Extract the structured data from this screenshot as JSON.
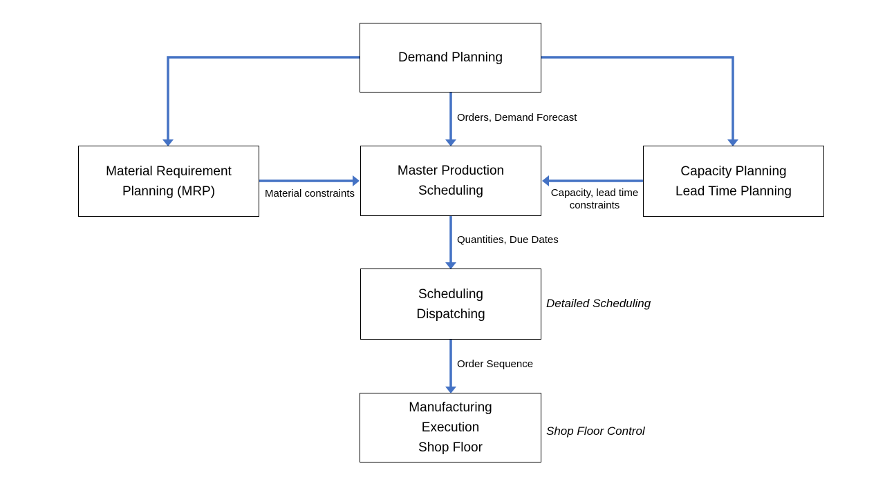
{
  "diagram": {
    "nodes": [
      {
        "id": "demand-planning",
        "lines": [
          "Demand Planning"
        ]
      },
      {
        "id": "material-requirement-planning",
        "lines": [
          "Material Requirement",
          "Planning (MRP)"
        ]
      },
      {
        "id": "master-production-scheduling",
        "lines": [
          "Master Production",
          "Scheduling"
        ]
      },
      {
        "id": "capacity-planning",
        "lines": [
          "Capacity Planning",
          "Lead Time Planning"
        ]
      },
      {
        "id": "scheduling-dispatching",
        "lines": [
          "Scheduling",
          "Dispatching"
        ]
      },
      {
        "id": "manufacturing-execution",
        "lines": [
          "Manufacturing",
          "Execution",
          "Shop Floor"
        ]
      }
    ],
    "edge_labels": {
      "orders": "Orders, Demand Forecast",
      "material": "Material constraints",
      "capacity": "Capacity, lead time constraints",
      "quantities": "Quantities, Due Dates",
      "order_sequence": "Order Sequence"
    },
    "annotations": {
      "detailed_scheduling": "Detailed Scheduling",
      "shop_floor_control": "Shop Floor Control"
    },
    "colors": {
      "arrow": "#4472C4",
      "box_border": "#000000",
      "box_fill": "#FFFFFF",
      "text": "#000000",
      "background": "#FFFFFF"
    }
  }
}
